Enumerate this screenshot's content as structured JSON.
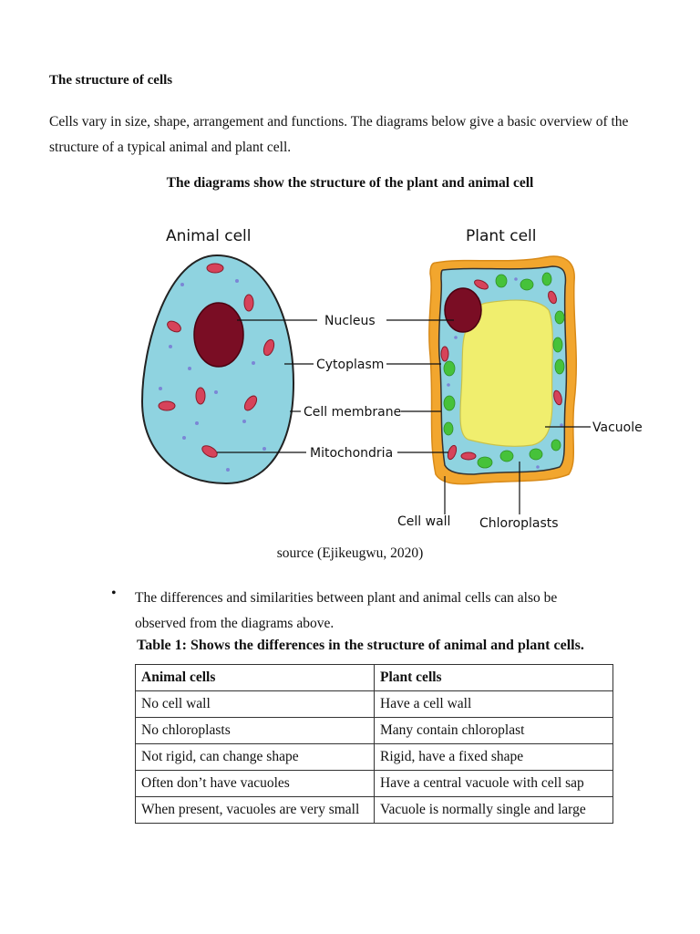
{
  "heading": "The structure of cells",
  "intro": "Cells vary in size, shape, arrangement and functions. The diagrams below give a basic overview of the structure of a typical animal and plant cell.",
  "diagram_caption": "The diagrams show the structure of the plant and animal cell",
  "diagram": {
    "animal_title": "Animal cell",
    "plant_title": "Plant cell",
    "labels": {
      "nucleus": "Nucleus",
      "cytoplasm": "Cytoplasm",
      "cell_membrane": "Cell membrane",
      "mitochondria": "Mitochondria",
      "vacuole": "Vacuole",
      "cell_wall": "Cell wall",
      "chloroplasts": "Chloroplasts"
    },
    "colors": {
      "cytoplasm": "#8fd3e0",
      "nucleus": "#7a0d24",
      "vacuole": "#f0ee6e",
      "cell_wall": "#f2a62e",
      "chloroplast": "#46c23a",
      "mitochondria": "#d6435a"
    }
  },
  "source": "source (Ejikeugwu, 2020)",
  "bullet": "The differences and similarities between plant and animal cells can also be observed from the diagrams above.",
  "table": {
    "title": "Table 1: Shows the differences in the structure of animal and plant cells.",
    "headers": [
      "Animal cells",
      "Plant cells"
    ],
    "rows": [
      [
        "No cell wall",
        "Have a cell wall"
      ],
      [
        "No chloroplasts",
        "Many contain chloroplast"
      ],
      [
        "Not rigid, can change shape",
        "Rigid, have a fixed shape"
      ],
      [
        "Often don’t have vacuoles",
        "Have a central vacuole with cell sap"
      ],
      [
        "When present, vacuoles are very small",
        "Vacuole is normally single and large"
      ]
    ]
  }
}
